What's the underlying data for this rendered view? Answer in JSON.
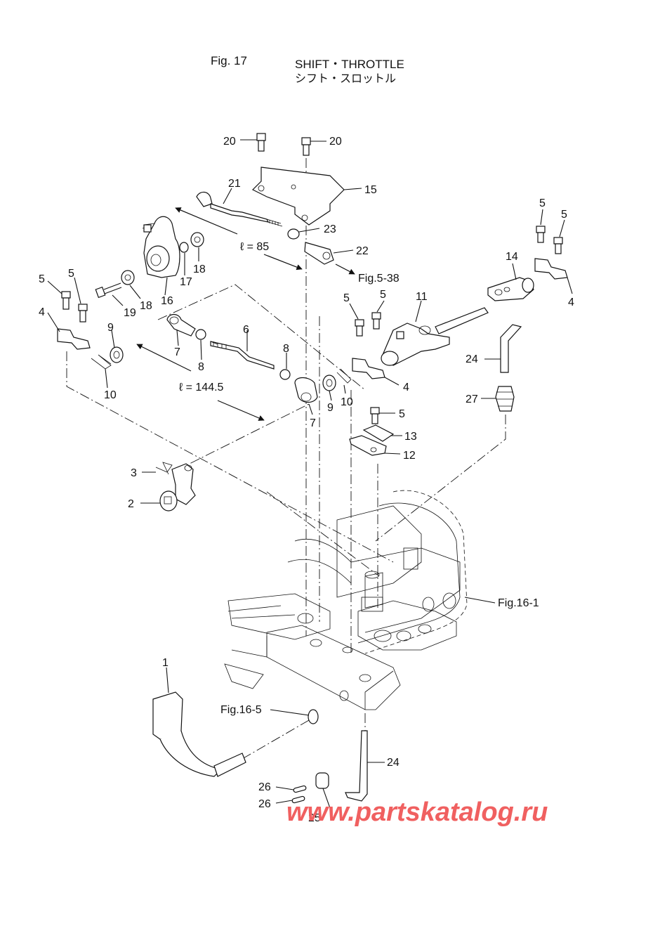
{
  "header": {
    "fig": "Fig. 17",
    "title_en": "SHIFT・THROTTLE",
    "title_jp": "シフト・スロットル"
  },
  "labels": {
    "p1": "1",
    "p2": "2",
    "p3": "3",
    "p4a": "4",
    "p4b": "4",
    "p4c": "4",
    "p5a": "5",
    "p5b": "5",
    "p5c": "5",
    "p5d": "5",
    "p5e": "5",
    "p5f": "5",
    "p5g": "5",
    "p6": "6",
    "p7a": "7",
    "p7b": "7",
    "p8a": "8",
    "p8b": "8",
    "p9a": "9",
    "p9b": "9",
    "p10a": "10",
    "p10b": "10",
    "p11": "11",
    "p12": "12",
    "p13": "13",
    "p14": "14",
    "p15": "15",
    "p16": "16",
    "p17": "17",
    "p18a": "18",
    "p18b": "18",
    "p19": "19",
    "p20a": "20",
    "p20b": "20",
    "p21": "21",
    "p22": "22",
    "p23": "23",
    "p24a": "24",
    "p24b": "24",
    "p25": "25",
    "p26a": "26",
    "p26b": "26",
    "p27": "27",
    "dim85": "ℓ = 85",
    "dim144": "ℓ = 144.5",
    "ref_538": "Fig.5-38",
    "ref_161": "Fig.16-1",
    "ref_165": "Fig.16-5"
  },
  "watermark": "www.partskatalog.ru"
}
